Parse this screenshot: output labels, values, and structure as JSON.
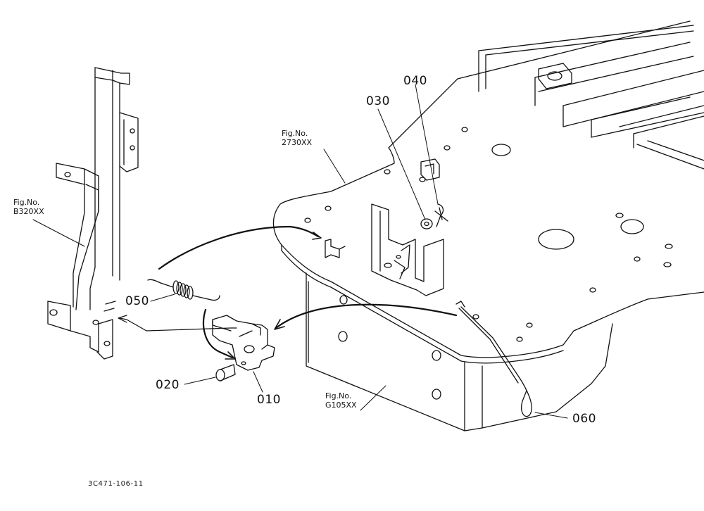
{
  "parts": [
    {
      "id": "p010",
      "number": "010"
    },
    {
      "id": "p020",
      "number": "020"
    },
    {
      "id": "p030",
      "number": "030"
    },
    {
      "id": "p040",
      "number": "040"
    },
    {
      "id": "p050",
      "number": "050"
    },
    {
      "id": "p060",
      "number": "060"
    }
  ],
  "figure_references": [
    {
      "label": "Fig.No.",
      "value": "2730XX"
    },
    {
      "label": "Fig.No.",
      "value": "B320XX"
    },
    {
      "label": "Fig.No.",
      "value": "G105XX"
    }
  ],
  "document_number": "3C471-106-11"
}
